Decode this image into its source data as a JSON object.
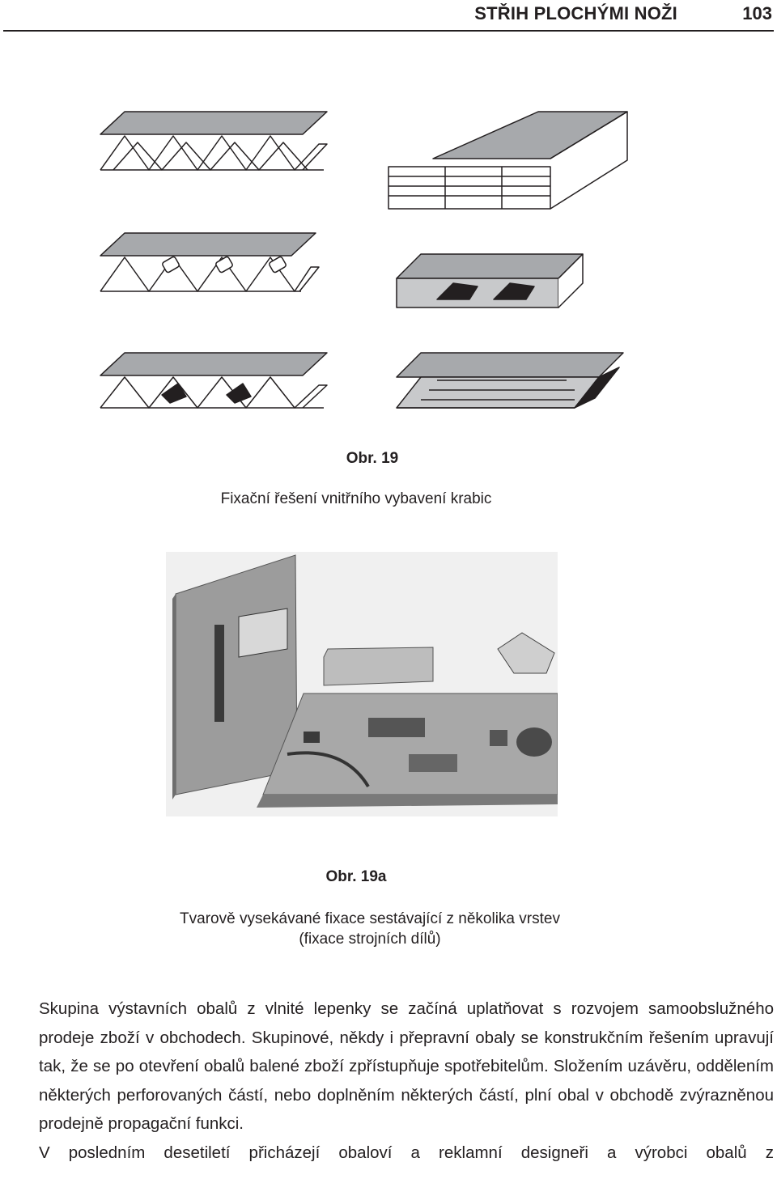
{
  "header": {
    "running_title": "STŘIH PLOCHÝMI NOŽI",
    "page_number": "103"
  },
  "figure_19": {
    "label": "Obr. 19",
    "caption": "Fixační řešení vnitřního vybavení krabic"
  },
  "figure_19a": {
    "label": "Obr. 19a",
    "caption_line1": "Tvarově vysekávané fixace sestávající z několika vrstev",
    "caption_line2": "(fixace strojních dílů)"
  },
  "body": {
    "paragraph1": "Skupina výstavních obalů z vlnité lepenky se začíná uplatňovat s rozvojem samoobslužného prodeje zboží v obchodech. Skupinové, někdy i přepravní obaly se konstrukčním řešením upravují tak, že se po otevření obalů balené zboží zpřístupňuje spotřebitelům. Složením uzávěru, oddělením některých perforovaných částí, nebo doplněním některých částí, plní obal v obchodě zvýrazněnou prodejně propagační funkci.",
    "paragraph2": "V posledním desetiletí přicházejí obaloví a reklamní designeři a výrobci obalů z"
  }
}
